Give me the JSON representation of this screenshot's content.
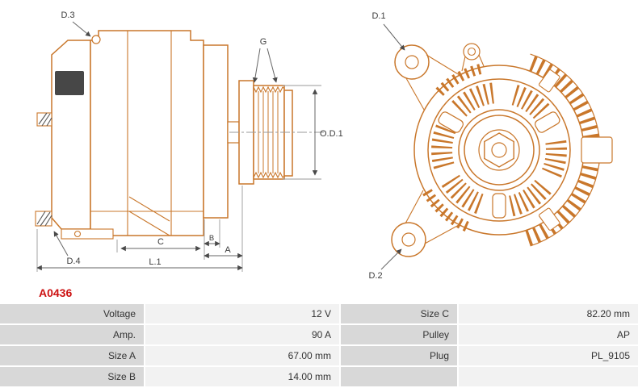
{
  "part_number": "A0436",
  "colors": {
    "drawing_line": "#c9772b",
    "dimension_line": "#666666",
    "label_text": "#3d3d3d",
    "part_number_red": "#cc1111",
    "table_label_bg": "#d8d8d8",
    "table_value_bg": "#f2f2f2"
  },
  "drawing": {
    "labels": {
      "d1": "D.1",
      "d2": "D.2",
      "d3": "D.3",
      "d4": "D.4",
      "g": "G",
      "od1": "O.D.1",
      "c": "C",
      "b": "B",
      "a": "A",
      "l1": "L.1"
    }
  },
  "table": {
    "rows": [
      {
        "label1": "Voltage",
        "value1": "12 V",
        "label2": "Size C",
        "value2": "82.20 mm"
      },
      {
        "label1": "Amp.",
        "value1": "90 A",
        "label2": "Pulley",
        "value2": "AP"
      },
      {
        "label1": "Size A",
        "value1": "67.00 mm",
        "label2": "Plug",
        "value2": "PL_9105"
      },
      {
        "label1": "Size B",
        "value1": "14.00 mm",
        "label2": "",
        "value2": ""
      }
    ]
  }
}
